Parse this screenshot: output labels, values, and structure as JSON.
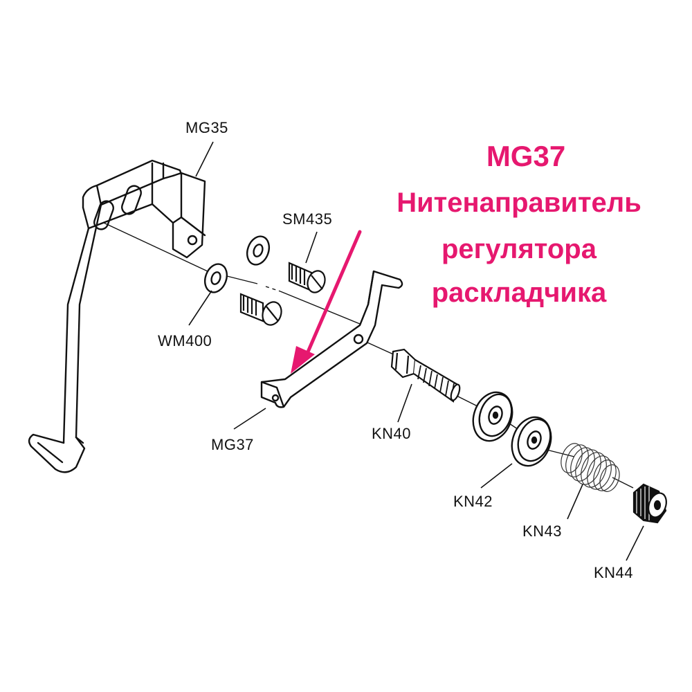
{
  "heading": {
    "code": "MG37",
    "line1": "Нитенаправитель",
    "line2": "регулятора",
    "line3": "раскладчика"
  },
  "parts": {
    "mg35": "MG35",
    "sm435": "SM435",
    "wm400": "WM400",
    "mg37": "MG37",
    "kn40": "KN40",
    "kn42": "KN42",
    "kn43": "KN43",
    "kn44": "KN44"
  },
  "colors": {
    "accent": "#e6186f",
    "line": "#111111"
  }
}
